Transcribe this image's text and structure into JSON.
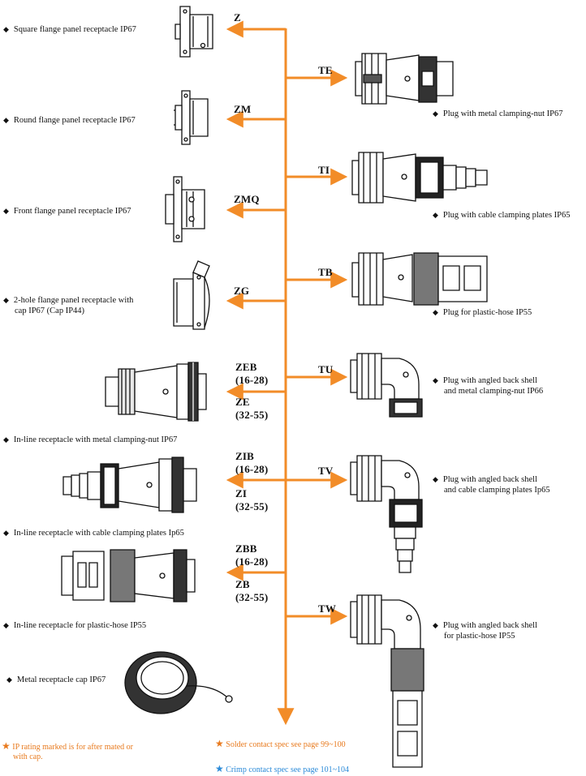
{
  "colors": {
    "trunk": "#f28c28",
    "note_orange": "#e87a1e",
    "note_blue": "#2a8ad8",
    "text": "#111111"
  },
  "left_items": [
    {
      "label": "Square flange panel receptacle  IP67",
      "codes": [
        "Z"
      ]
    },
    {
      "label": "Round flange panel receptacle  IP67",
      "codes": [
        "ZM"
      ]
    },
    {
      "label": "Front flange panel receptacle  IP67",
      "codes": [
        "ZMQ"
      ]
    },
    {
      "label_lines": [
        "2-hole flange panel receptacle with",
        "cap IP67 (Cap IP44)"
      ],
      "codes": [
        "ZG"
      ]
    },
    {
      "label": "In-line receptacle with metal clamping-nut  IP67",
      "codes": [
        "ZEB",
        "(16-28)",
        "ZE",
        "(32-55)"
      ]
    },
    {
      "label": "In-line receptacle with cable clamping plates Ip65",
      "codes": [
        "ZIB",
        "(16-28)",
        "ZI",
        "(32-55)"
      ]
    },
    {
      "label": "In-line receptacle for plastic-hose IP55",
      "codes": [
        "ZBB",
        "(16-28)",
        "ZB",
        "(32-55)"
      ]
    },
    {
      "label": "Metal receptacle cap IP67"
    }
  ],
  "right_items": [
    {
      "code": "TE",
      "label": "Plug with metal clamping-nut  IP67"
    },
    {
      "code": "TI",
      "label": "Plug with cable clamping plates  IP65"
    },
    {
      "code": "TB",
      "label": "Plug for plastic-hose  IP55"
    },
    {
      "code": "TU",
      "label_lines": [
        "Plug with angled back shell",
        "and metal clamping-nut  IP66"
      ]
    },
    {
      "code": "TV",
      "label_lines": [
        "Plug with angled back shell",
        "and cable clamping plates  Ip65"
      ]
    },
    {
      "code": "TW",
      "label_lines": [
        "Plug with angled back shell",
        "for plastic-hose IP55"
      ]
    }
  ],
  "footnotes": {
    "ip_note": [
      "IP rating marked is for after mated or",
      "with cap."
    ],
    "solder": "Solder contact spec  see page  99~100",
    "crimp": "Crimp contact spec  see page  101~104",
    "star": "★",
    "bullet": "◆"
  }
}
